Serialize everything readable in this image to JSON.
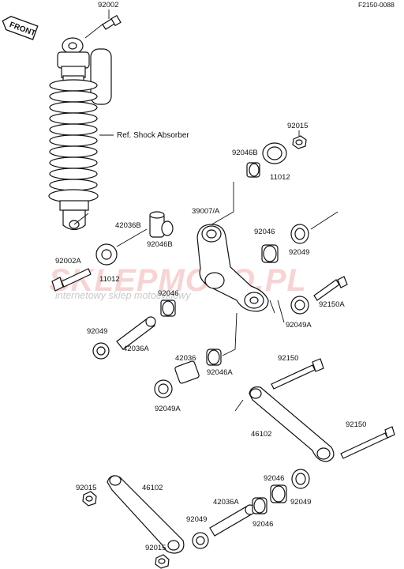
{
  "diagram_code": "F2150-0088",
  "front_label": "FRONT",
  "ref_label": "Ref. Shock Absorber",
  "watermark": {
    "main": "SKLEPMOTO.PL",
    "sub": "internetowy sklep motocyklowy"
  },
  "parts": {
    "p92002_top": "92002",
    "p92015_top": "92015",
    "p92046B_a": "92046B",
    "p11012_a": "11012",
    "p42036B": "42036B",
    "p92046B_b": "92046B",
    "p39007A": "39007/A",
    "p92046_a": "92046",
    "p92049_a": "92049",
    "p92002A": "92002A",
    "p11012_b": "11012",
    "p92046_b": "92046",
    "p92150A": "92150A",
    "p92049A_a": "92049A",
    "p92049_b": "92049",
    "p42036A_a": "42036A",
    "p42036": "42036",
    "p92046A": "92046A",
    "p92150_a": "92150",
    "p92049A_b": "92049A",
    "p92150_b": "92150",
    "p46102_a": "46102",
    "p92015_b": "92015",
    "p46102_b": "46102",
    "p92046_c": "92046",
    "p92049_c": "92049",
    "p42036A_b": "42036A",
    "p92049_d": "92049",
    "p92046_d": "92046",
    "p92015_c": "92015"
  }
}
